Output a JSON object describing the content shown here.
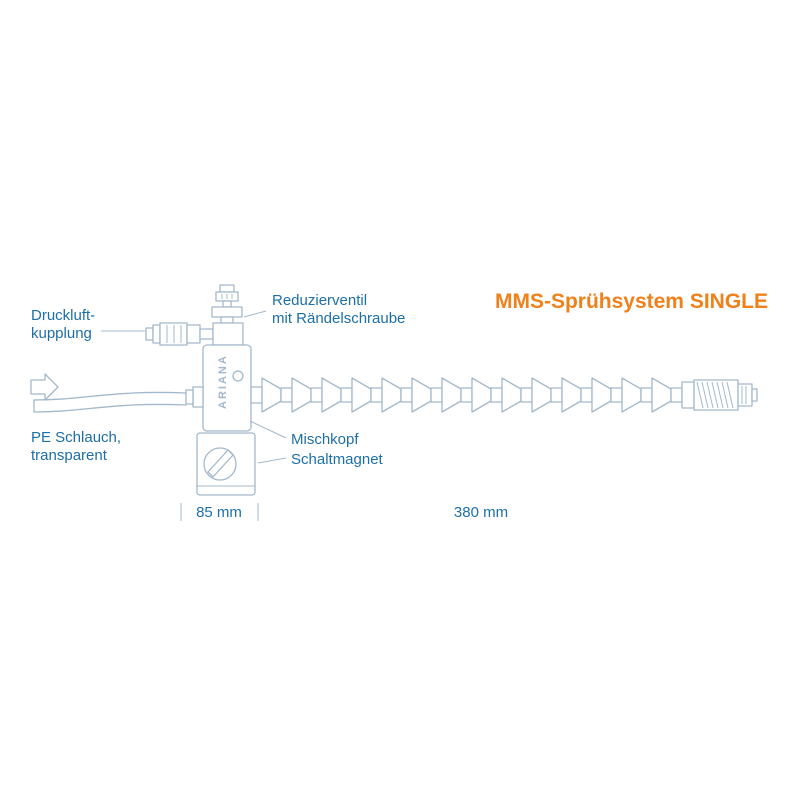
{
  "title": "MMS-Sprühsystem SINGLE",
  "labels": {
    "druckluft_line1": "Druckluft-",
    "druckluft_line2": "kupplung",
    "reduzierventil_line1": "Reduzierventil",
    "reduzierventil_line2": "mit Rändelschraube",
    "pe_schlauch_line1": "PE Schlauch,",
    "pe_schlauch_line2": "transparent",
    "mischkopf": "Mischkopf",
    "schaltmagnet": "Schaltmagnet",
    "brand": "ARIANA"
  },
  "dimensions": {
    "left": "85 mm",
    "right": "380 mm"
  },
  "colors": {
    "label_blue": "#1d6fa8",
    "title_orange": "#f08019",
    "line": "#a3b8cb"
  }
}
